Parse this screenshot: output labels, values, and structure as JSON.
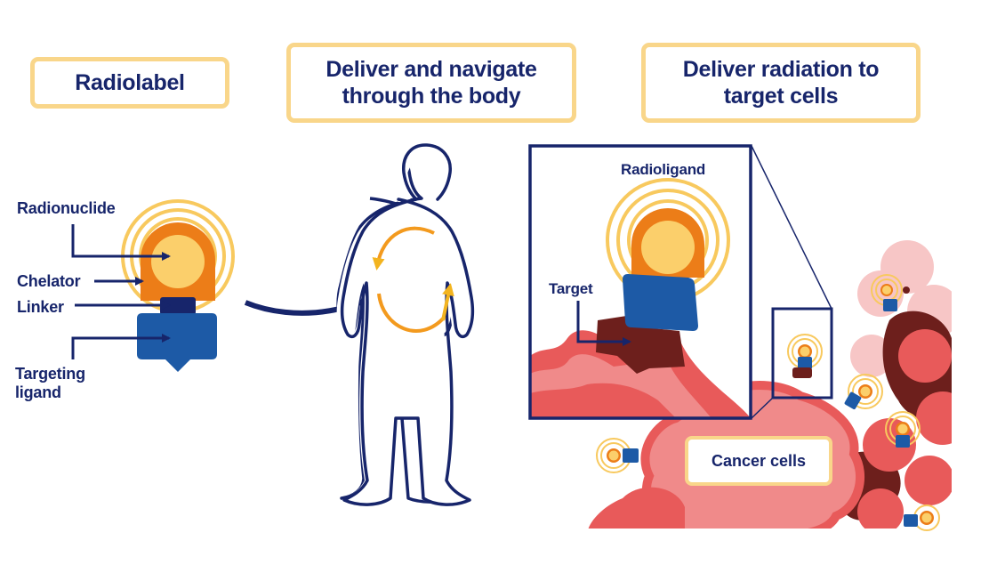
{
  "headers": {
    "radiolabel": "Radiolabel",
    "deliver_navigate": "Deliver and navigate through the body",
    "deliver_radiation": "Deliver radiation to target cells"
  },
  "labels": {
    "radionuclide": "Radionuclide",
    "chelator": "Chelator",
    "linker": "Linker",
    "targeting_ligand": "Targeting ligand",
    "radioligand": "Radioligand",
    "target": "Target",
    "cancer_cells": "Cancer cells"
  },
  "colors": {
    "navy": "#17256b",
    "header_border": "#f9d68a",
    "glow": "#f8c95e",
    "nuclide": "#fbcf6b",
    "chelator": "#ec7d18",
    "ligand": "#1d5aa6",
    "target": "#6d1f1c",
    "cancer": "#e85a5a"
  }
}
